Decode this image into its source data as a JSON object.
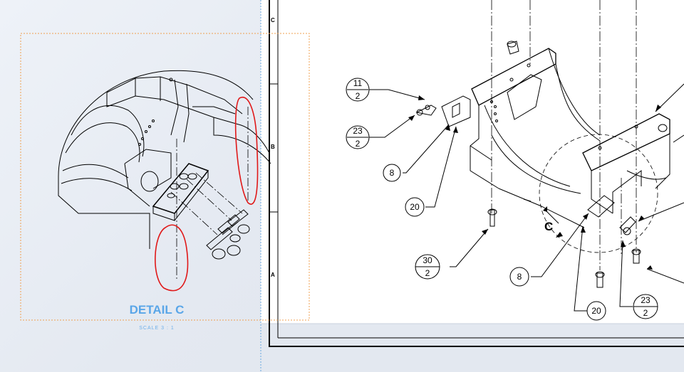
{
  "detail_view": {
    "title": "DETAIL C",
    "scale": "SCALE 3 : 1"
  },
  "view_label": "C",
  "zones": [
    "C",
    "B",
    "A"
  ],
  "balloons": [
    {
      "top": "11",
      "bottom": "2"
    },
    {
      "top": "23",
      "bottom": "2"
    },
    {
      "single": "8"
    },
    {
      "single": "20"
    },
    {
      "top": "30",
      "bottom": "2"
    },
    {
      "single": "8"
    },
    {
      "single": "20"
    },
    {
      "top": "23",
      "bottom": "2"
    }
  ],
  "colors": {
    "detail_border": "#f0a050",
    "detail_title": "#5aa6e8",
    "markup_ink": "#e01818",
    "sheet_background": "#ffffff",
    "linework": "#000000"
  }
}
